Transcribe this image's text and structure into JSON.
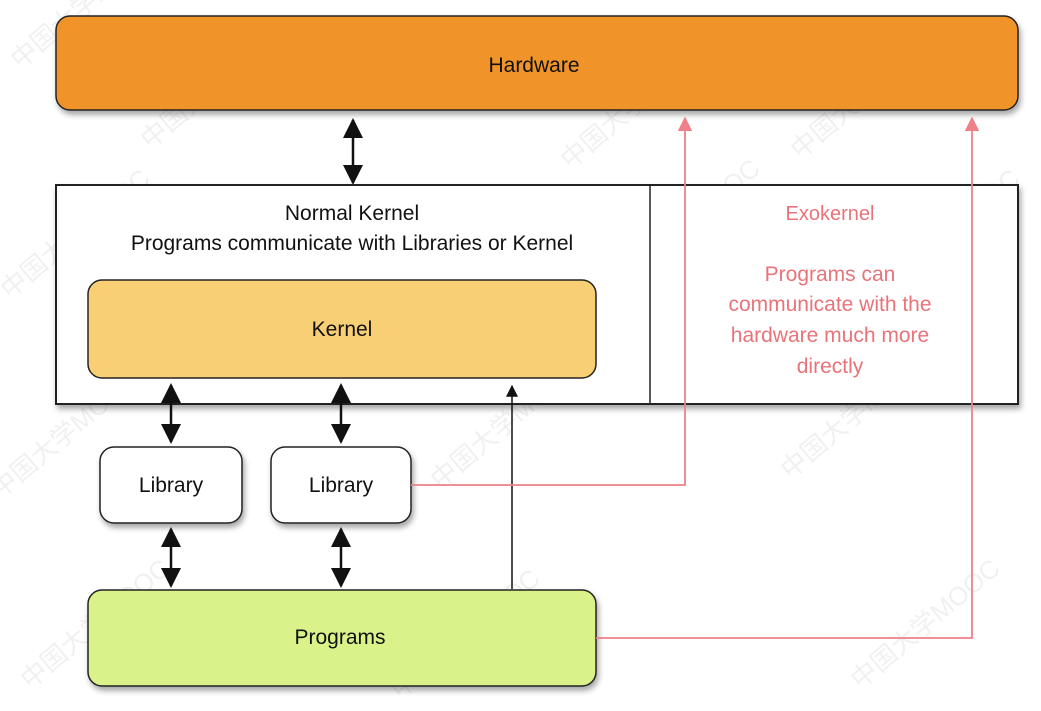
{
  "hardware": {
    "label": "Hardware"
  },
  "normal_kernel": {
    "title": "Normal Kernel",
    "subtitle": "Programs communicate with Libraries or Kernel"
  },
  "kernel": {
    "label": "Kernel"
  },
  "exokernel": {
    "title": "Exokernel",
    "description_lines": [
      "Programs can",
      "communicate with the",
      "hardware much more",
      "directly"
    ]
  },
  "libraries": [
    {
      "label": "Library"
    },
    {
      "label": "Library"
    }
  ],
  "programs": {
    "label": "Programs"
  },
  "watermark": {
    "text": "中国大学MOOC"
  },
  "colors": {
    "hardware_fill": "#f0942a",
    "kernel_fill": "#f8cf74",
    "programs_fill": "#d9f28a",
    "exokernel_text": "#e8747a",
    "exokernel_arrow": "#ee8088"
  }
}
